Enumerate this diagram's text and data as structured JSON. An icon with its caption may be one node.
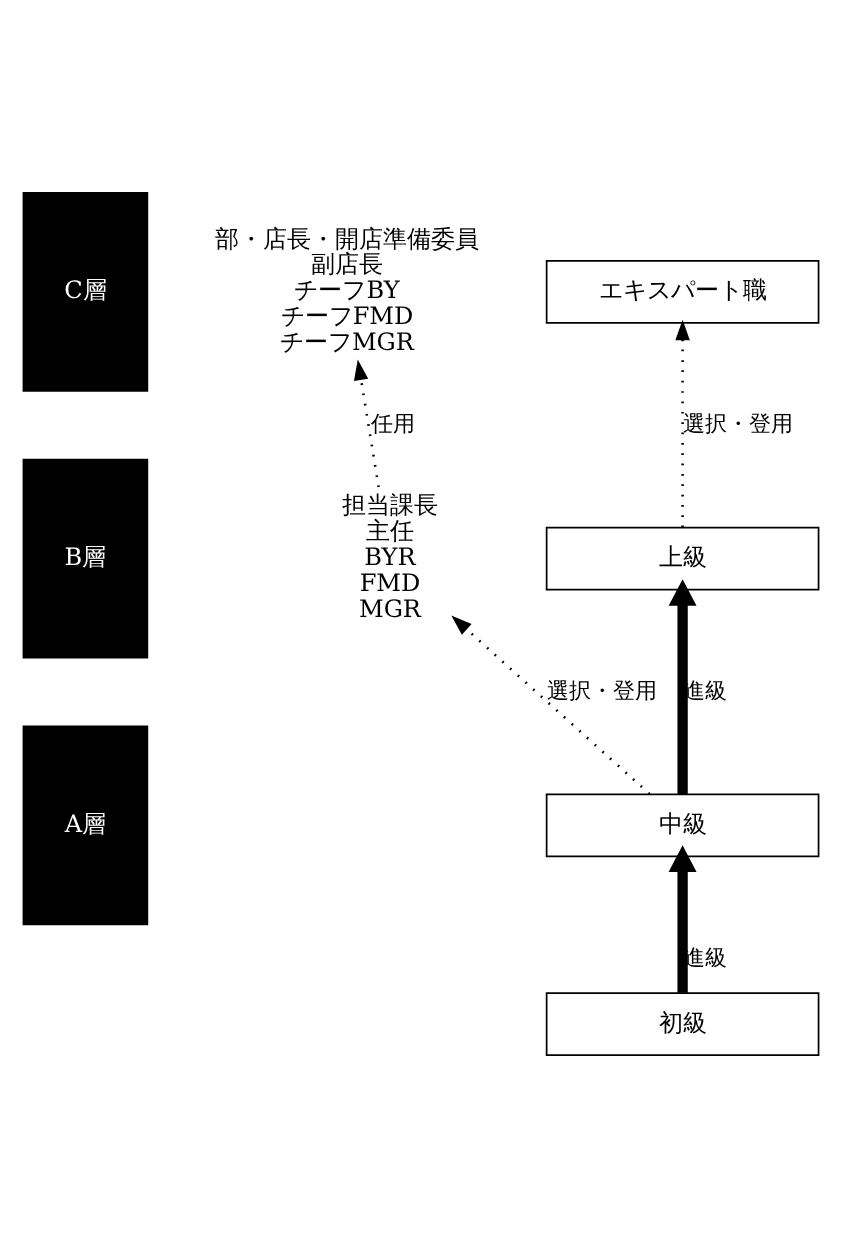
{
  "diagram": {
    "nodes": [
      {
        "text": [
          "C層"
        ]
      },
      {
        "text": [
          "B層"
        ]
      },
      {
        "text": [
          "A層"
        ]
      },
      {
        "text": [
          "部・店長・開店準備委員",
          "副店長",
          "チーフBY",
          "チーフFMD",
          "チーフMGR"
        ]
      },
      {
        "text": [
          "担当課長",
          "主任",
          "BYR",
          "FMD",
          "MGR"
        ]
      },
      {
        "text": [
          "エキスパート職"
        ]
      },
      {
        "text": [
          "上級"
        ]
      },
      {
        "text": [
          "中級"
        ]
      },
      {
        "text": [
          "初級"
        ]
      }
    ],
    "edges": [
      {
        "from": 4,
        "to": 3,
        "arrow": "to",
        "label": "任用",
        "style": "dashed"
      },
      {
        "from": 6,
        "to": 5,
        "arrow": "to",
        "label": "選択・登用",
        "style": "dashed"
      },
      {
        "from": 7,
        "to": 4,
        "arrow": "to",
        "label": "選択・登用",
        "style": "dashed"
      },
      {
        "from": 7,
        "to": 6,
        "arrow": "to",
        "label": "進級",
        "style": "thick"
      },
      {
        "from": 8,
        "to": 7,
        "arrow": "to",
        "label": "進級",
        "style": "thick"
      }
    ]
  }
}
